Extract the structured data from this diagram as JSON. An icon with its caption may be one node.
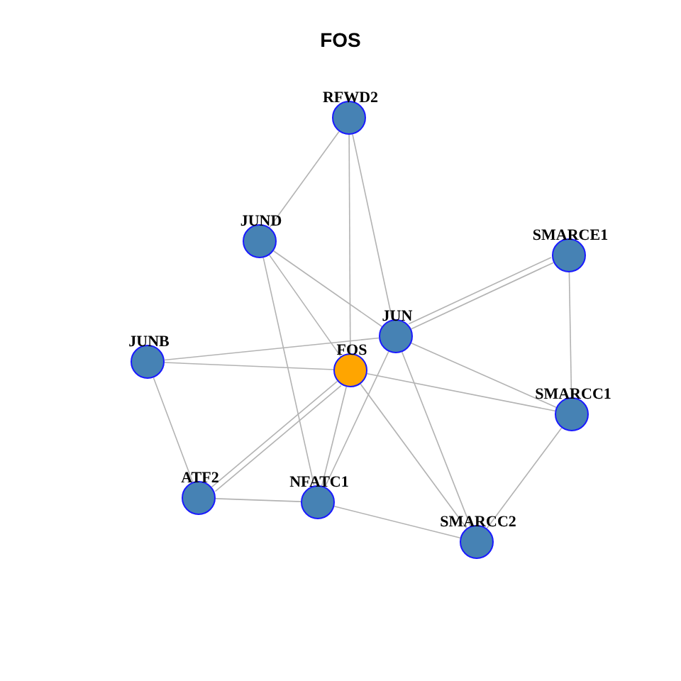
{
  "diagram": {
    "title": "FOS",
    "nodes": [
      {
        "text": [
          "RFWD2"
        ]
      },
      {
        "text": [
          "JUND"
        ]
      },
      {
        "text": [
          "SMARCE1"
        ]
      },
      {
        "text": [
          "JUN"
        ]
      },
      {
        "text": [
          "JUNB"
        ]
      },
      {
        "text": [
          "FOS"
        ]
      },
      {
        "text": [
          "SMARCC1"
        ]
      },
      {
        "text": [
          "ATF2"
        ]
      },
      {
        "text": [
          "NFATC1"
        ]
      },
      {
        "text": [
          "SMARCC2"
        ]
      }
    ],
    "edges": [
      {
        "from": 0,
        "to": 1,
        "arrow": "none"
      },
      {
        "from": 0,
        "to": 5,
        "arrow": "none"
      },
      {
        "from": 0,
        "to": 3,
        "arrow": "none"
      },
      {
        "from": 1,
        "to": 3,
        "arrow": "none"
      },
      {
        "from": 1,
        "to": 5,
        "arrow": "none"
      },
      {
        "from": 1,
        "to": 8,
        "arrow": "none"
      },
      {
        "from": 2,
        "to": 3,
        "arrow": "none"
      },
      {
        "from": 2,
        "to": 3,
        "arrow": "none"
      },
      {
        "from": 2,
        "to": 6,
        "arrow": "none"
      },
      {
        "from": 3,
        "to": 4,
        "arrow": "none"
      },
      {
        "from": 3,
        "to": 6,
        "arrow": "none"
      },
      {
        "from": 3,
        "to": 9,
        "arrow": "none"
      },
      {
        "from": 3,
        "to": 8,
        "arrow": "none"
      },
      {
        "from": 4,
        "to": 5,
        "arrow": "none"
      },
      {
        "from": 4,
        "to": 7,
        "arrow": "none"
      },
      {
        "from": 5,
        "to": 6,
        "arrow": "none"
      },
      {
        "from": 5,
        "to": 9,
        "arrow": "none"
      },
      {
        "from": 5,
        "to": 8,
        "arrow": "none"
      },
      {
        "from": 7,
        "to": 5,
        "arrow": "none"
      },
      {
        "from": 7,
        "to": 5,
        "arrow": "none"
      },
      {
        "from": 7,
        "to": 8,
        "arrow": "none"
      },
      {
        "from": 8,
        "to": 9,
        "arrow": "none"
      },
      {
        "from": 6,
        "to": 9,
        "arrow": "none"
      }
    ]
  }
}
